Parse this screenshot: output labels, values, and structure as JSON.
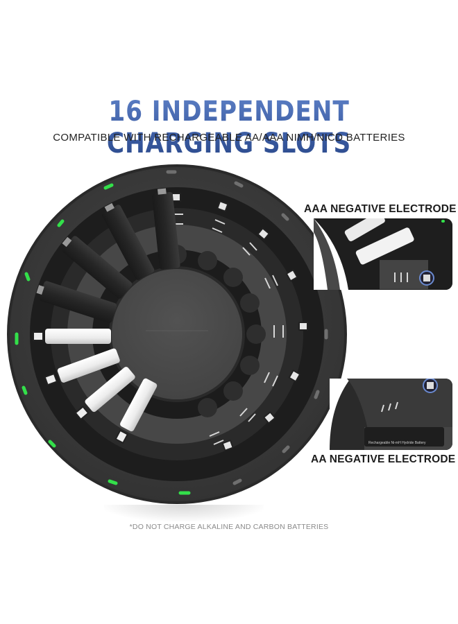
{
  "header": {
    "title": "16 INDEPENDENT CHARGING SLOTS",
    "subtitle": "COMPATIBLE WITH RECHARGEABLE AA/AAA NIMH/NICD BATTERIES"
  },
  "callouts": [
    {
      "label": "AAA NEGATIVE ELECTRODE"
    },
    {
      "label": "AA NEGATIVE ELECTRODE",
      "battery_text": "Rechargeable Ni-mH Hydride Battery"
    }
  ],
  "charger": {
    "slot_count": 16,
    "slots_occupied": 8,
    "aaa_batteries_loaded": 4,
    "aa_batteries_loaded": 4,
    "indicator_color_on": "#33e04a",
    "indicator_color_off": "#7a7a7a",
    "body_color": "#3c3c3c"
  },
  "footer": {
    "note": "*DO NOT CHARGE ALKALINE AND CARBON BATTERIES"
  },
  "colors": {
    "title_blue": "#3e5fa6",
    "text_dark": "#222222",
    "note_gray": "#8a8a8a",
    "led_green": "#33e04a"
  }
}
